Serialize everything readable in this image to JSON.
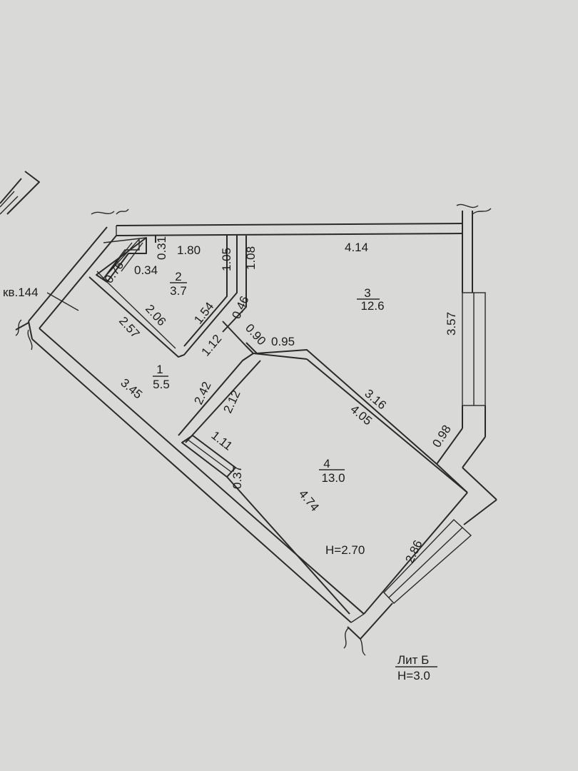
{
  "neighbor_label": "кв.144",
  "rooms": [
    {
      "number": "1",
      "area": "5.5"
    },
    {
      "number": "2",
      "area": "3.7"
    },
    {
      "number": "3",
      "area": "12.6"
    },
    {
      "number": "4",
      "area": "13.0"
    }
  ],
  "dimensions": {
    "d_031": "0.31",
    "d_180": "1.80",
    "d_105": "1.05",
    "d_108": "1.08",
    "d_414": "4.14",
    "d_076": "0.76",
    "d_034": "0.34",
    "d_206": "2.06",
    "d_154": "1.54",
    "d_046": "0.46",
    "d_257": "2.57",
    "d_112": "1.12",
    "d_090": "0.90",
    "d_095": "0.95",
    "d_357": "3.57",
    "d_345": "3.45",
    "d_242": "2.42",
    "d_212": "2.12",
    "d_316": "3.16",
    "d_405": "4.05",
    "d_098": "0.98",
    "d_111": "1.11",
    "d_037": "0.37",
    "d_474": "4.74",
    "d_286": "2.86"
  },
  "ceiling_height": "H=2.70",
  "legend": {
    "liter": "Лит Б",
    "height": "H=3.0"
  }
}
